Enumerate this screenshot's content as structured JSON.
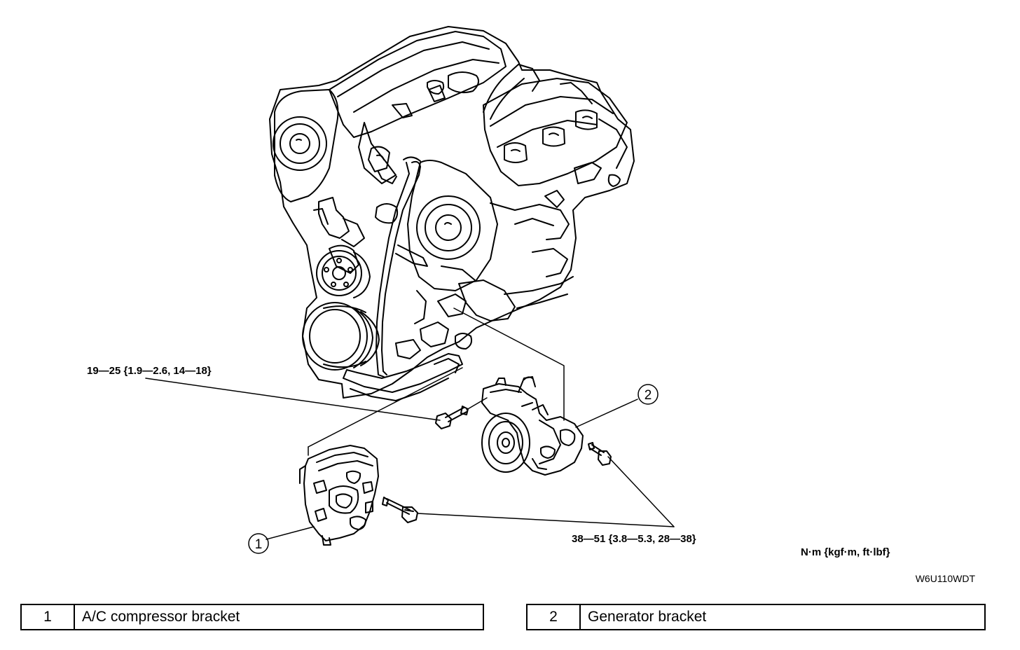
{
  "callouts": {
    "c1": "1",
    "c2": "2"
  },
  "torque": {
    "upper": "19—25 {1.9—2.6, 14—18}",
    "lower": "38—51 {3.8—5.3, 28—38}"
  },
  "unit_note": "N·m {kgf·m, ft·lbf}",
  "figure_code": "W6U110WDT",
  "legend": [
    {
      "num": "1",
      "label": "A/C compressor bracket"
    },
    {
      "num": "2",
      "label": "Generator bracket"
    }
  ]
}
